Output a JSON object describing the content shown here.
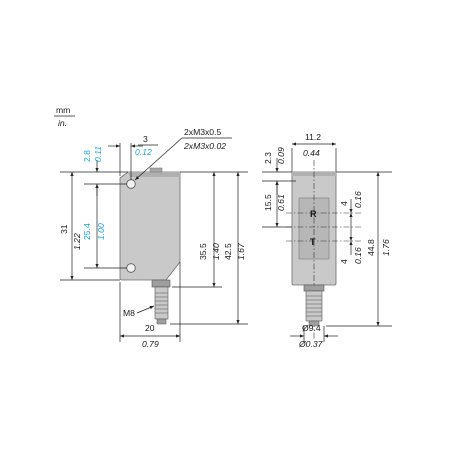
{
  "units": {
    "primary": "mm",
    "secondary": "in."
  },
  "colors": {
    "body": "#c9c9c9",
    "body_dark": "#9e9e9e",
    "window": "#b7b7b7",
    "accent": "#1aa6d8"
  },
  "side_view": {
    "thread_label": "2xM3x0.5",
    "thread_label_in": "2xM3x0.02",
    "hole_offset_mm": "3",
    "hole_offset_in": "0.12",
    "top_to_hole_mm": "2.8",
    "top_to_hole_in": "0.11",
    "hole_spacing_mm": "25.4",
    "hole_spacing_in": "1.00",
    "body_height_mm": "31",
    "body_height_in": "1.22",
    "to_connector_mm": "35.5",
    "to_connector_in": "1.40",
    "overall_mm": "42.5",
    "overall_in": "1.67",
    "connector_label": "M8",
    "width_mm": "20",
    "width_in": "0.79"
  },
  "front_view": {
    "width_mm": "11.2",
    "width_in": "0.44",
    "top_offset_mm": "2.3",
    "top_offset_in": "0.09",
    "lens_height_mm": "15.5",
    "lens_height_in": "0.61",
    "r_offset_mm": "4",
    "r_offset_in": "0.16",
    "t_offset_mm": "4",
    "t_offset_in": "0.16",
    "overall_mm": "44.8",
    "overall_in": "1.76",
    "diameter_mm": "Ø9.4",
    "diameter_in": "Ø0.37",
    "receiver_label": "R",
    "transmitter_label": "T"
  }
}
